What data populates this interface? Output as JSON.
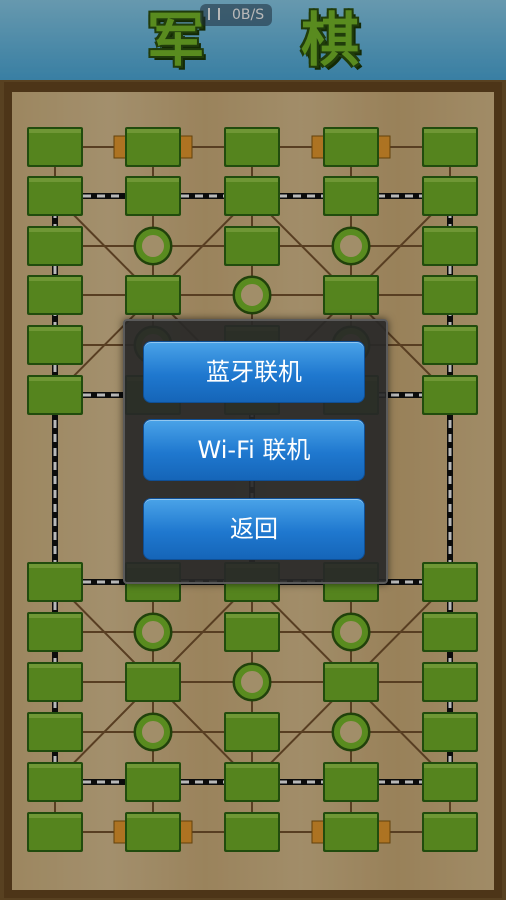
{
  "header": {
    "title": "军 棋"
  },
  "status_bar": {
    "net_speed": "0B/S"
  },
  "menu": {
    "bluetooth_label": "蓝牙联机",
    "wifi_label": "Wi-Fi 联机",
    "back_label": "返回"
  },
  "colors": {
    "header_top": "#8fd4f2",
    "board_wood": "#dcbd88",
    "piece_green": "#76b82a",
    "button_blue": "#1f78cf"
  }
}
